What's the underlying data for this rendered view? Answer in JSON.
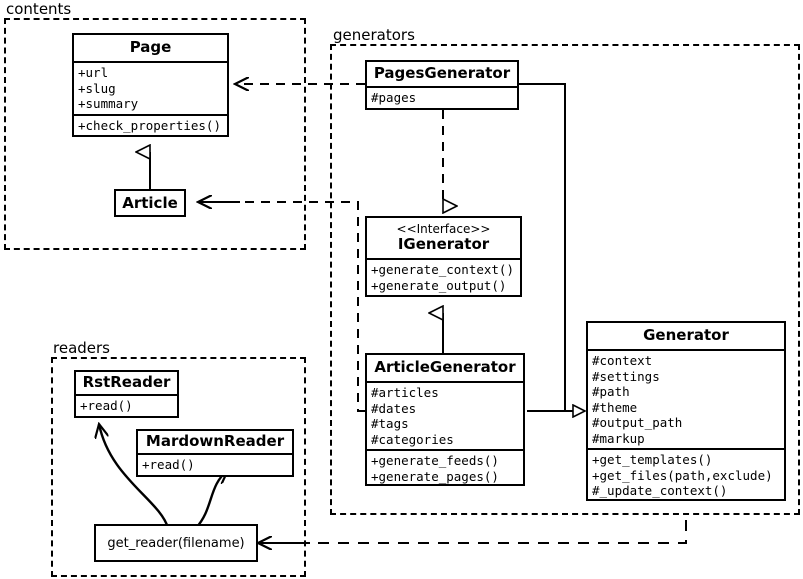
{
  "diagram": {
    "title": "Pelican architecture UML class diagram",
    "type": "uml-class-diagram",
    "background": "#ffffff",
    "line_color": "#000000"
  },
  "packages": [
    {
      "name": "contents",
      "label": "contents"
    },
    {
      "name": "generators",
      "label": "generators"
    },
    {
      "name": "readers",
      "label": "readers"
    }
  ],
  "classes": {
    "page": {
      "name": "Page",
      "stereotype": "",
      "attributes": [
        "+url",
        "+slug",
        "+summary"
      ],
      "methods": [
        "+check_properties()"
      ]
    },
    "article": {
      "name": "Article",
      "stereotype": "",
      "attributes": [],
      "methods": []
    },
    "pages_generator": {
      "name": "PagesGenerator",
      "stereotype": "",
      "attributes": [
        "#pages"
      ],
      "methods": []
    },
    "igenerator": {
      "name": "IGenerator",
      "stereotype": "<<Interface>>",
      "attributes": [],
      "methods": [
        "+generate_context()",
        "+generate_output()"
      ]
    },
    "article_generator": {
      "name": "ArticleGenerator",
      "stereotype": "",
      "attributes": [
        "#articles",
        "#dates",
        "#tags",
        "#categories"
      ],
      "methods": [
        "+generate_feeds()",
        "+generate_pages()"
      ]
    },
    "generator": {
      "name": "Generator",
      "stereotype": "",
      "attributes": [
        "#context",
        "#settings",
        "#path",
        "#theme",
        "#output_path",
        "#markup"
      ],
      "methods": [
        "+get_templates()",
        "+get_files(path,exclude)",
        "#_update_context()"
      ]
    },
    "rst_reader": {
      "name": "RstReader",
      "stereotype": "",
      "attributes": [],
      "methods": [
        "+read()"
      ]
    },
    "mardown_reader": {
      "name": "MardownReader",
      "stereotype": "",
      "attributes": [],
      "methods": [
        "+read()"
      ]
    }
  },
  "functions": {
    "get_reader": {
      "label": "get_reader(filename)"
    }
  },
  "relationships": [
    {
      "from": "Article",
      "to": "Page",
      "kind": "generalization"
    },
    {
      "from": "PagesGenerator",
      "to": "IGenerator",
      "kind": "realization"
    },
    {
      "from": "ArticleGenerator",
      "to": "IGenerator",
      "kind": "generalization"
    },
    {
      "from": "PagesGenerator",
      "to": "Generator",
      "kind": "generalization"
    },
    {
      "from": "ArticleGenerator",
      "to": "Generator",
      "kind": "generalization"
    },
    {
      "from": "PagesGenerator",
      "to": "Page",
      "kind": "dependency"
    },
    {
      "from": "ArticleGenerator",
      "to": "Article",
      "kind": "dependency"
    },
    {
      "from": "Generator",
      "to": "get_reader",
      "kind": "dependency"
    },
    {
      "from": "get_reader",
      "to": "RstReader",
      "kind": "association"
    },
    {
      "from": "get_reader",
      "to": "MardownReader",
      "kind": "association"
    }
  ]
}
